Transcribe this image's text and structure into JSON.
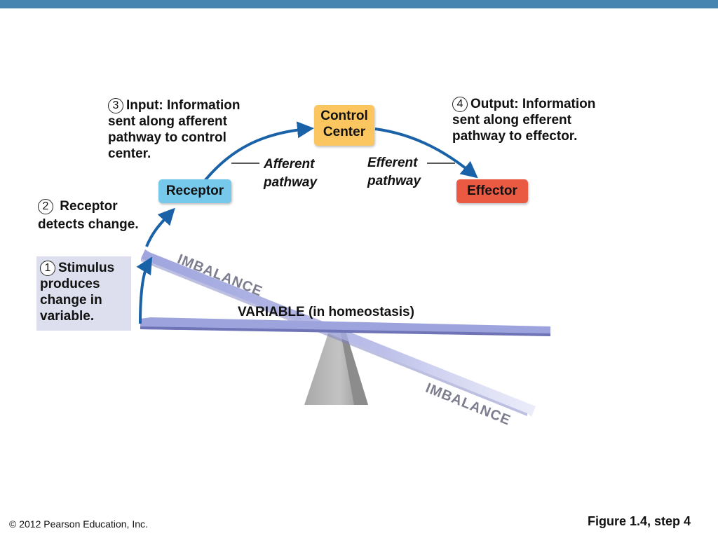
{
  "colors": {
    "top_bar": "#4585b0",
    "arrow": "#1a62a8",
    "receptor_box": "#77c9ec",
    "control_box": "#fbc55f",
    "effector_box": "#ea5a42",
    "stimulus_box": "#dddfee",
    "beam": "#9da3dc"
  },
  "steps": {
    "s1": {
      "num": "1",
      "l1": "Stimulus",
      "l2": "produces",
      "l3": "change in",
      "l4": "variable."
    },
    "s2": {
      "num": "2",
      "l1": "Receptor",
      "l2": "detects change."
    },
    "s3": {
      "num": "3",
      "l1": "Input: Information",
      "l2": "sent along afferent",
      "l3": "pathway to control",
      "l4": "center."
    },
    "s4": {
      "num": "4",
      "l1": "Output: Information",
      "l2": "sent along efferent",
      "l3": "pathway to effector."
    }
  },
  "boxes": {
    "receptor": "Receptor",
    "control_l1": "Control",
    "control_l2": "Center",
    "effector": "Effector"
  },
  "pathways": {
    "afferent_l1": "Afferent",
    "afferent_l2": "pathway",
    "efferent_l1": "Efferent",
    "efferent_l2": "pathway"
  },
  "balance": {
    "imbalance_top": "IMBALANCE",
    "imbalance_bottom": "IMBALANCE",
    "variable": "VARIABLE (in homeostasis)"
  },
  "footer": {
    "copyright": "© 2012 Pearson Education, Inc.",
    "figure": "Figure 1.4, step 4"
  }
}
